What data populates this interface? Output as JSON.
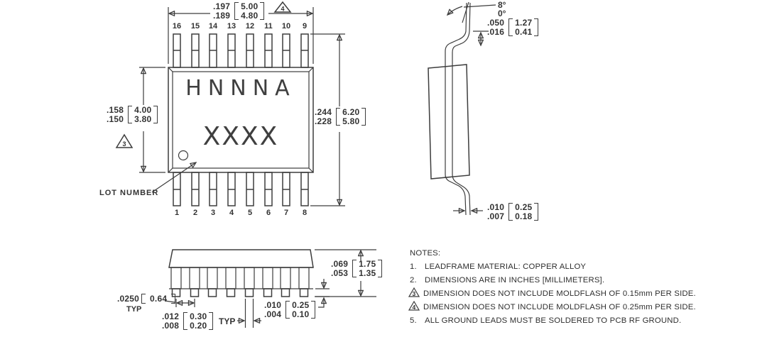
{
  "top_view": {
    "pin_numbers_top": [
      "16",
      "15",
      "14",
      "13",
      "12",
      "11",
      "10",
      "9"
    ],
    "pin_numbers_bottom": [
      "1",
      "2",
      "3",
      "4",
      "5",
      "6",
      "7",
      "8"
    ],
    "marking_line1": "HNNNA",
    "marking_line2": "XXXX",
    "lot_number_label": "LOT NUMBER",
    "dim_length": {
      "in_max": ".197",
      "in_min": ".189",
      "mm_max": "5.00",
      "mm_min": "4.80",
      "flag": "4"
    },
    "dim_width": {
      "in_max": ".158",
      "in_min": ".150",
      "mm_max": "4.00",
      "mm_min": "3.80",
      "flag": "3"
    },
    "dim_span": {
      "in_max": ".244",
      "in_min": ".228",
      "mm_max": "6.20",
      "mm_min": "5.80"
    }
  },
  "side_view": {
    "angle_max": "8°",
    "angle_min": "0°",
    "dim_foot_length": {
      "in_max": ".050",
      "in_min": ".016",
      "mm_max": "1.27",
      "mm_min": "0.41"
    },
    "dim_lead_thickness": {
      "in_max": ".010",
      "in_min": ".007",
      "mm_max": "0.25",
      "mm_min": "0.18"
    }
  },
  "end_view": {
    "dim_pitch": {
      "in": ".0250",
      "mm": "0.64",
      "qual": "TYP"
    },
    "dim_lead_width": {
      "in_max": ".012",
      "in_min": ".008",
      "mm_max": "0.30",
      "mm_min": "0.20",
      "qual": "TYP"
    },
    "dim_foot_height": {
      "in_max": ".010",
      "in_min": ".004",
      "mm_max": "0.25",
      "mm_min": "0.10"
    },
    "dim_height": {
      "in_max": ".069",
      "in_min": ".053",
      "mm_max": "1.75",
      "mm_min": "1.35"
    }
  },
  "notes": {
    "title": "NOTES:",
    "items": [
      {
        "marker": "1.",
        "text": "LEADFRAME MATERIAL: COPPER ALLOY"
      },
      {
        "marker": "2.",
        "text": "DIMENSIONS ARE IN INCHES [MILLIMETERS]."
      },
      {
        "marker": "3",
        "text": "DIMENSION DOES NOT INCLUDE MOLDFLASH OF 0.15mm PER SIDE."
      },
      {
        "marker": "4",
        "text": "DIMENSION DOES NOT INCLUDE MOLDFLASH OF 0.25mm PER SIDE."
      },
      {
        "marker": "5.",
        "text": "ALL GROUND LEADS MUST BE SOLDERED TO PCB RF GROUND."
      }
    ]
  },
  "colors": {
    "line": "#3d3d3d",
    "text": "#333333",
    "background": "#ffffff"
  }
}
